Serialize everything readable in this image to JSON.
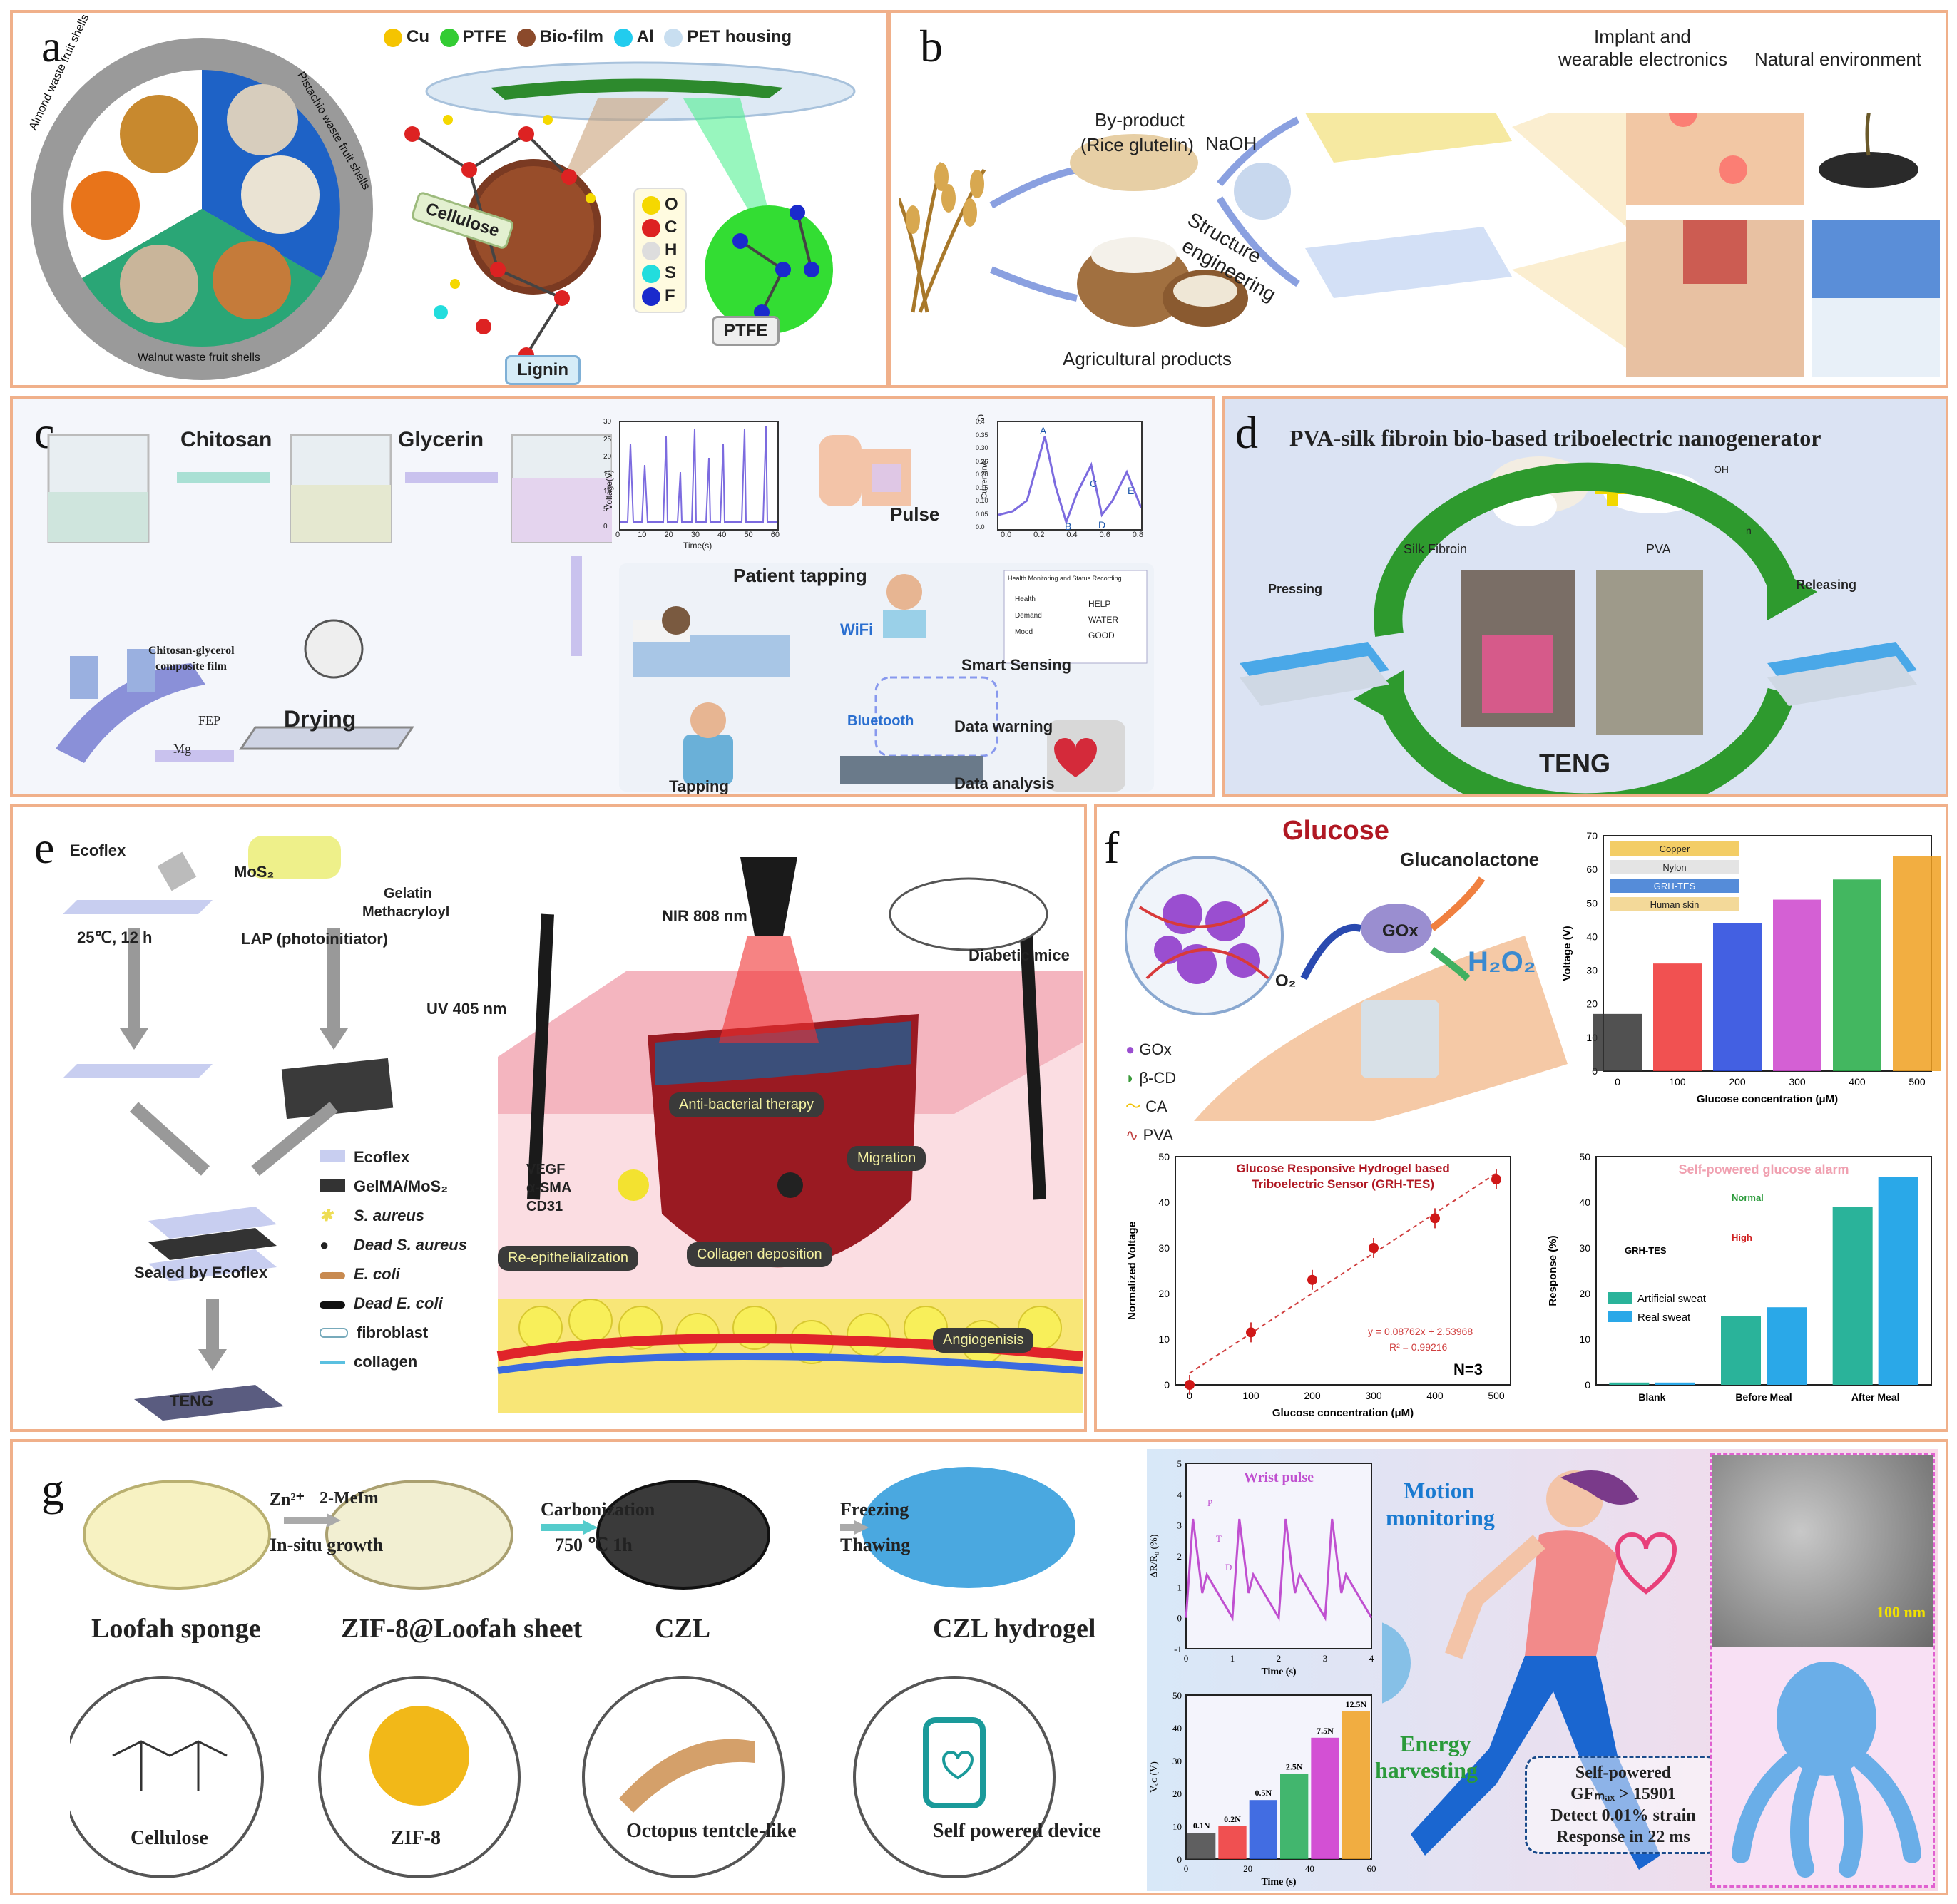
{
  "colors": {
    "border": "#f0b08a",
    "accent_green": "#3a9a3a",
    "accent_blue": "#2a6fd0",
    "skin": "#b01823"
  },
  "panel_a": {
    "label": "a",
    "legend": [
      {
        "name": "Cu",
        "color": "#f5c400"
      },
      {
        "name": "PTFE",
        "color": "#33cc33"
      },
      {
        "name": "Bio-film",
        "color": "#8b4a2b"
      },
      {
        "name": "Al",
        "color": "#22ccee"
      },
      {
        "name": "PET housing",
        "color": "#c8def0"
      }
    ],
    "shells": {
      "almond": "Almond waste fruit shells",
      "pistachio": "Pistachio waste fruit shells",
      "walnut": "Walnut waste fruit shells"
    },
    "atoms": [
      {
        "name": "O",
        "color": "#f5d800"
      },
      {
        "name": "C",
        "color": "#dd2222"
      },
      {
        "name": "H",
        "color": "#dddddd"
      },
      {
        "name": "S",
        "color": "#22dddd"
      },
      {
        "name": "F",
        "color": "#1a2acc"
      }
    ],
    "tags": {
      "cellulose": "Cellulose",
      "lignin": "Lignin",
      "ptfe": "PTFE"
    }
  },
  "panel_b": {
    "label": "b",
    "byproduct": "By-product",
    "glutelin": "(Rice glutelin)",
    "naoh": "NaOH",
    "structure": "Structure",
    "engineering": "engineering",
    "agri": "Agricultural products",
    "implant": "Implant and",
    "wearable": "wearable electronics",
    "natural": "Natural environment"
  },
  "panel_c": {
    "label": "c",
    "chitosan": "Chitosan",
    "glycerin": "Glycerin",
    "drying": "Drying",
    "film_title1": "Chitosan-glycerol",
    "film_title2": "composite film",
    "fep": "FEP",
    "mg": "Mg",
    "pulse": "Pulse",
    "patient": "Patient tapping",
    "wifi": "WiFi",
    "smart": "Smart Sensing",
    "bluetooth": "Bluetooth",
    "warning": "Data warning",
    "analysis": "Data analysis",
    "tapping": "Tapping",
    "health": "Health Monitoring and Status Recording",
    "help": "HELP",
    "water": "WATER",
    "good": "GOOD",
    "rows": [
      "Health",
      "Demand",
      "Mood"
    ],
    "voltage_chart": {
      "ylabel": "Voltage(V)",
      "xlabel": "Time(s)",
      "xticks": [
        "0",
        "10",
        "20",
        "30",
        "40",
        "50",
        "60"
      ],
      "yticks": [
        "0",
        "5",
        "10",
        "15",
        "20",
        "25",
        "30"
      ]
    },
    "current_chart": {
      "ylabel": "Current(nA)",
      "xticks": [
        "0.0",
        "0.2",
        "0.4",
        "0.6",
        "0.8"
      ],
      "yticks": [
        "0.0",
        "0.05",
        "0.10",
        "0.15",
        "0.20",
        "0.25",
        "0.30",
        "0.35",
        "0.4"
      ],
      "peaks": [
        "A",
        "B",
        "C",
        "D",
        "E"
      ],
      "G": "G"
    }
  },
  "panel_d": {
    "label": "d",
    "title": "PVA-silk fibroin bio-based triboelectric nanogenerator",
    "silk": "Silk Fibroin",
    "pva": "PVA",
    "pressing": "Pressing",
    "releasing": "Releasing",
    "teng": "TENG",
    "oh": "OH",
    "n": "n"
  },
  "panel_e": {
    "label": "e",
    "ecoflex_top": "Ecoflex",
    "mos2": "MoS₂",
    "gelatin1": "Gelatin",
    "gelatin2": "Methacryloyl",
    "temp": "25℃, 12 h",
    "lap": "LAP (photoinitiator)",
    "uv": "UV 405 nm",
    "sealed": "Sealed by Ecoflex",
    "teng": "TENG",
    "nir": "NIR 808 nm",
    "mice": "Diabetic mice",
    "legend": [
      "Ecoflex",
      "GelMA/MoS₂",
      "S. aureus",
      "Dead S. aureus",
      "E. coli",
      "Dead E. coli",
      "fibroblast",
      "collagen"
    ],
    "antibac": "Anti-bacterial therapy",
    "migration": "Migration",
    "collagen_dep": "Collagen deposition",
    "reepi": "Re-epithelialization",
    "angio": "Angiogenisis",
    "markers": [
      "VEGF",
      "α-SMA",
      "CD31"
    ]
  },
  "panel_f": {
    "label": "f",
    "glucose": "Glucose",
    "glucanolactone": "Glucanolactone",
    "gox": "GOx",
    "o2": "O₂",
    "h2o2": "H₂O₂",
    "legend": [
      "GOx",
      "β-CD",
      "CA",
      "PVA"
    ],
    "layers": [
      "Copper",
      "Nylon",
      "GRH-TES",
      "Human skin"
    ],
    "volt_chart": {
      "type": "bar",
      "ylabel": "Voltage (V)",
      "xlabel": "Glucose concentration (μM)",
      "xticks": [
        "0",
        "100",
        "200",
        "300",
        "400",
        "500"
      ],
      "yticks": [
        "0",
        "10",
        "20",
        "30",
        "40",
        "50",
        "60",
        "70"
      ],
      "ylim": [
        0,
        70
      ],
      "series": [
        {
          "x": 0,
          "value": 17,
          "color": "#333333"
        },
        {
          "x": 100,
          "value": 32,
          "color": "#ee3333"
        },
        {
          "x": 200,
          "value": 44,
          "color": "#2244dd"
        },
        {
          "x": 300,
          "value": 51,
          "color": "#cc44cc"
        },
        {
          "x": 400,
          "value": 57,
          "color": "#22aa44"
        },
        {
          "x": 500,
          "value": 64,
          "color": "#f0a020"
        }
      ]
    },
    "scatter_chart": {
      "type": "scatter",
      "title1": "Glucose Responsive Hydrogel based",
      "title2": "Triboelectric Sensor (GRH-TES)",
      "ylabel": "Normalized Voltage",
      "xlabel": "Glucose concentration (μM)",
      "xticks": [
        "0",
        "100",
        "200",
        "300",
        "400",
        "500"
      ],
      "yticks": [
        "0",
        "10",
        "20",
        "30",
        "40",
        "50"
      ],
      "xlim": [
        0,
        500
      ],
      "ylim": [
        0,
        50
      ],
      "points": [
        {
          "x": 0,
          "y": 0
        },
        {
          "x": 100,
          "y": 11.5
        },
        {
          "x": 200,
          "y": 23
        },
        {
          "x": 300,
          "y": 30
        },
        {
          "x": 400,
          "y": 36.5
        },
        {
          "x": 500,
          "y": 45
        }
      ],
      "equation": "y = 0.08762x + 2.53968",
      "r2": "R² = 0.99216",
      "n": "N=3"
    },
    "alarm_chart": {
      "type": "bar",
      "title": "Self-powered glucose alarm",
      "ylabel": "Response (%)",
      "categories": [
        "Blank",
        "Before Meal",
        "After Meal"
      ],
      "yticks": [
        "0",
        "10",
        "20",
        "30",
        "40",
        "50"
      ],
      "ylim": [
        0,
        50
      ],
      "series": [
        {
          "name": "Artificial sweat",
          "values": [
            0.5,
            15,
            39
          ],
          "color": "#2ab39a"
        },
        {
          "name": "Real sweat",
          "values": [
            0.5,
            17,
            45.5
          ],
          "color": "#2aa8e8"
        }
      ],
      "normal": "Normal",
      "high": "High",
      "grh": "GRH-TES"
    }
  },
  "panel_g": {
    "label": "g",
    "zn": "Zn²⁺",
    "meim": "2-MeIm",
    "insitu": "In-situ growth",
    "carbon": "Carbonization",
    "temp": "750 ℃ 1h",
    "freezing": "Freezing",
    "thawing": "Thawing",
    "stages": [
      "Loofah sponge",
      "ZIF-8@Loofah sheet",
      "CZL",
      "CZL hydrogel"
    ],
    "circles": [
      "Cellulose",
      "ZIF-8",
      "Octopus tentcle-like",
      "Self powered device"
    ],
    "wrist": {
      "title": "Wrist pulse",
      "ylabel": "ΔR/R₀ (%)",
      "xlabel": "Time (s)",
      "xticks": [
        "0",
        "1",
        "2",
        "3",
        "4"
      ],
      "yticks": [
        "-1",
        "0",
        "1",
        "2",
        "3",
        "4",
        "5"
      ],
      "marks": [
        "P",
        "T",
        "D"
      ]
    },
    "voc": {
      "ylabel": "Vₒᴄ (V)",
      "xlabel": "Time (s)",
      "xticks": [
        "0",
        "20",
        "40",
        "60"
      ],
      "yticks": [
        "0",
        "10",
        "20",
        "30",
        "40",
        "50"
      ],
      "ylim": [
        0,
        50
      ],
      "steps": [
        {
          "label": "0.1N",
          "value": 8,
          "color": "#444444"
        },
        {
          "label": "0.2N",
          "value": 10,
          "color": "#ee3333"
        },
        {
          "label": "0.5N",
          "value": 18,
          "color": "#2255dd"
        },
        {
          "label": "2.5N",
          "value": 26,
          "color": "#22aa55"
        },
        {
          "label": "7.5N",
          "value": 37,
          "color": "#cc33cc"
        },
        {
          "label": "12.5N",
          "value": 45,
          "color": "#f0a020"
        }
      ]
    },
    "motion1": "Motion",
    "motion2": "monitoring",
    "energy1": "Energy",
    "energy2": "harvesting",
    "summary": [
      "Self-powered",
      "GFₘₐₓ > 15901",
      "Detect 0.01% strain",
      "Response in 22 ms"
    ],
    "scale": "100 nm"
  }
}
